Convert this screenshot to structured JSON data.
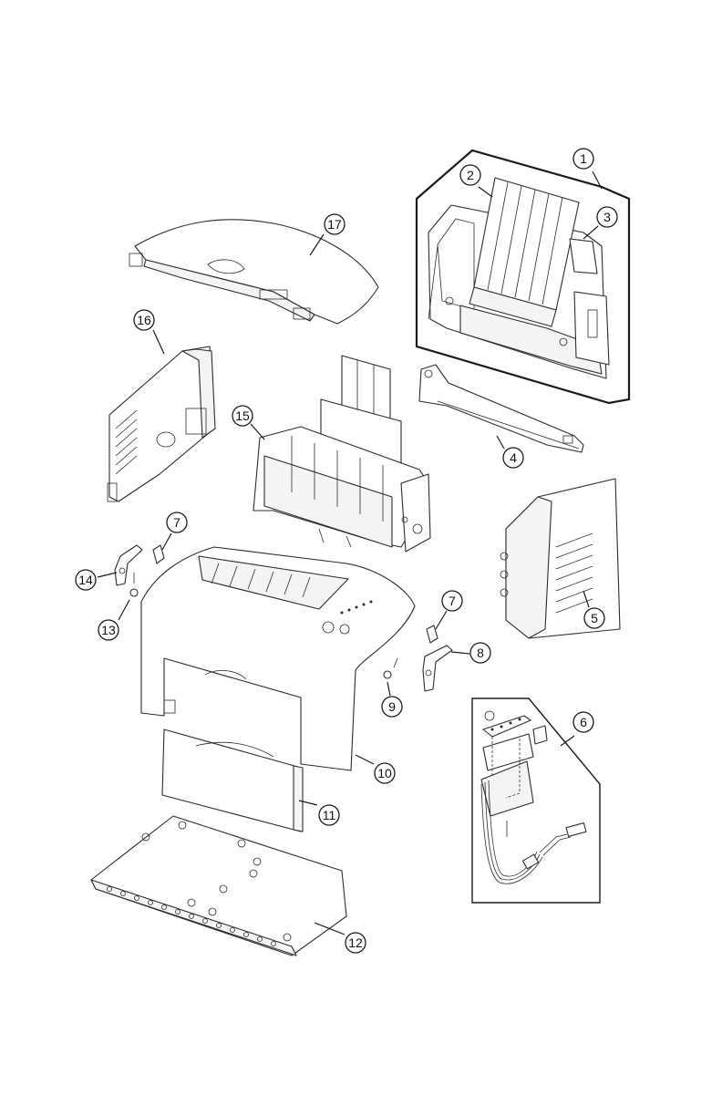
{
  "diagram": {
    "callouts": [
      {
        "id": "c1",
        "label": "1"
      },
      {
        "id": "c2",
        "label": "2"
      },
      {
        "id": "c3",
        "label": "3"
      },
      {
        "id": "c4",
        "label": "4"
      },
      {
        "id": "c5",
        "label": "5"
      },
      {
        "id": "c6",
        "label": "6"
      },
      {
        "id": "c7a",
        "label": "7"
      },
      {
        "id": "c7b",
        "label": "7"
      },
      {
        "id": "c8",
        "label": "8"
      },
      {
        "id": "c9",
        "label": "9"
      },
      {
        "id": "c10",
        "label": "10"
      },
      {
        "id": "c11",
        "label": "11"
      },
      {
        "id": "c12",
        "label": "12"
      },
      {
        "id": "c13",
        "label": "13"
      },
      {
        "id": "c14",
        "label": "14"
      },
      {
        "id": "c15",
        "label": "15"
      },
      {
        "id": "c16",
        "label": "16"
      },
      {
        "id": "c17",
        "label": "17"
      }
    ]
  }
}
